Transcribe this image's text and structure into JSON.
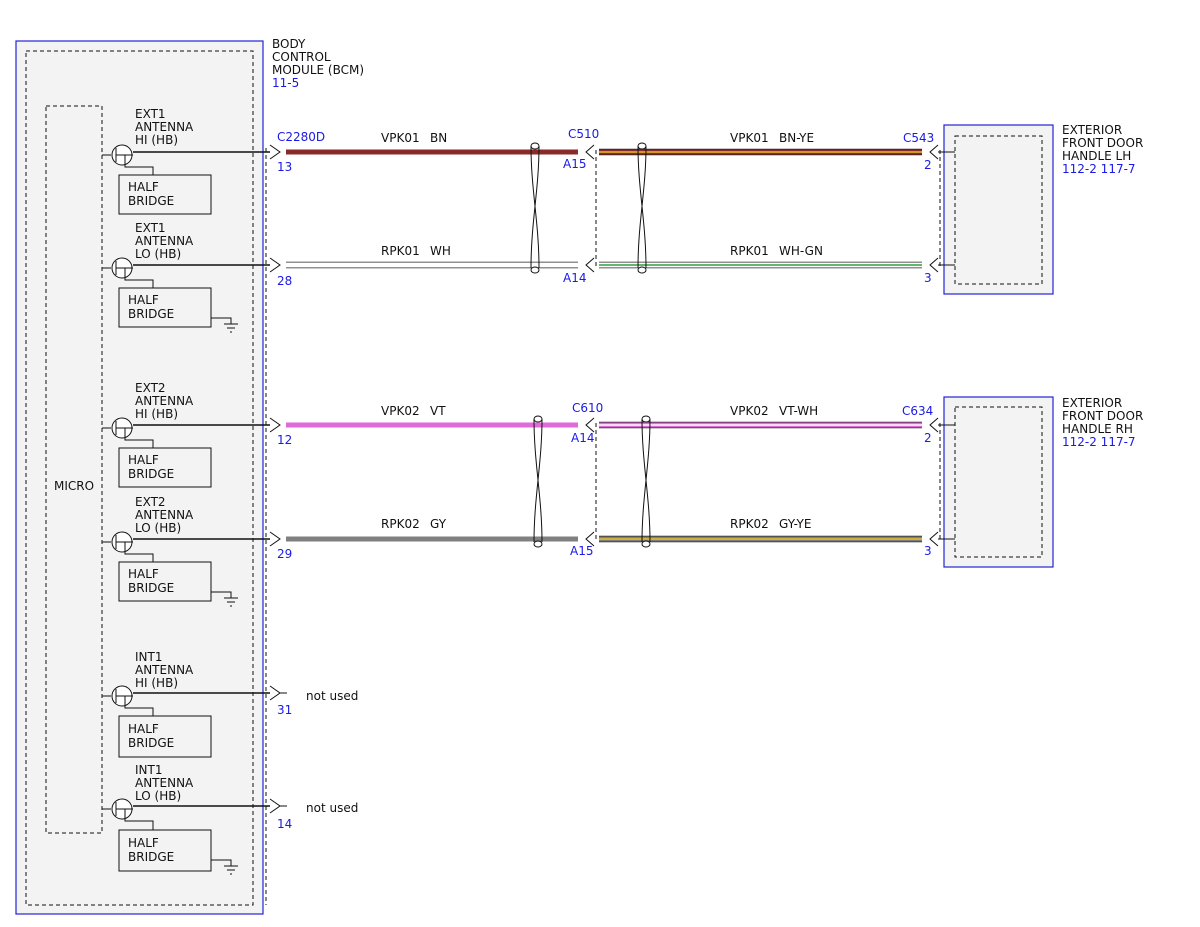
{
  "colors": {
    "frame": "#2424d8",
    "pin_text": "#1a1ae6",
    "BN": "#8b2a2a",
    "YE": "#e8c020",
    "WH": "#ffffff",
    "GN": "#2e9e3e",
    "VT": "#e06ad8",
    "GY": "#808080"
  },
  "bcm": {
    "name_lines": [
      "BODY",
      "CONTROL",
      "MODULE (BCM)"
    ],
    "ref": "11-5",
    "micro_label": "MICRO",
    "channels": [
      {
        "lines": [
          "EXT1",
          "ANTENNA",
          "HI (HB)"
        ],
        "driver": [
          "HALF",
          "BRIDGE"
        ],
        "pin": "13",
        "grounded": false
      },
      {
        "lines": [
          "EXT1",
          "ANTENNA",
          "LO (HB)"
        ],
        "driver": [
          "HALF",
          "BRIDGE"
        ],
        "pin": "28",
        "grounded": true
      },
      {
        "lines": [
          "EXT2",
          "ANTENNA",
          "HI (HB)"
        ],
        "driver": [
          "HALF",
          "BRIDGE"
        ],
        "pin": "12",
        "grounded": false
      },
      {
        "lines": [
          "EXT2",
          "ANTENNA",
          "LO (HB)"
        ],
        "driver": [
          "HALF",
          "BRIDGE"
        ],
        "pin": "29",
        "grounded": true
      },
      {
        "lines": [
          "INT1",
          "ANTENNA",
          "HI (HB)"
        ],
        "driver": [
          "HALF",
          "BRIDGE"
        ],
        "pin": "31",
        "grounded": false,
        "note": "not used"
      },
      {
        "lines": [
          "INT1",
          "ANTENNA",
          "LO (HB)"
        ],
        "driver": [
          "HALF",
          "BRIDGE"
        ],
        "pin": "14",
        "grounded": true,
        "note": "not used"
      }
    ]
  },
  "connectors": {
    "bcm": "C2280D",
    "inline_lh": "C510",
    "inline_rh": "C610",
    "handle_lh": "C543",
    "handle_rh": "C634"
  },
  "components": {
    "lh": {
      "lines": [
        "EXTERIOR",
        "FRONT DOOR",
        "HANDLE LH"
      ],
      "ref": "112-2 117-7"
    },
    "rh": {
      "lines": [
        "EXTERIOR",
        "FRONT DOOR",
        "HANDLE RH"
      ],
      "ref": "112-2 117-7"
    }
  },
  "wires": [
    {
      "circuit_in": "VPK01",
      "color_in": "BN",
      "inline_pin": "A15",
      "circuit_out": "VPK01",
      "color_out": "BN-YE",
      "end_pin": "2"
    },
    {
      "circuit_in": "RPK01",
      "color_in": "WH",
      "inline_pin": "A14",
      "circuit_out": "RPK01",
      "color_out": "WH-GN",
      "end_pin": "3"
    },
    {
      "circuit_in": "VPK02",
      "color_in": "VT",
      "inline_pin": "A14",
      "circuit_out": "VPK02",
      "color_out": "VT-WH",
      "end_pin": "2"
    },
    {
      "circuit_in": "RPK02",
      "color_in": "GY",
      "inline_pin": "A15",
      "circuit_out": "RPK02",
      "color_out": "GY-YE",
      "end_pin": "3"
    }
  ]
}
